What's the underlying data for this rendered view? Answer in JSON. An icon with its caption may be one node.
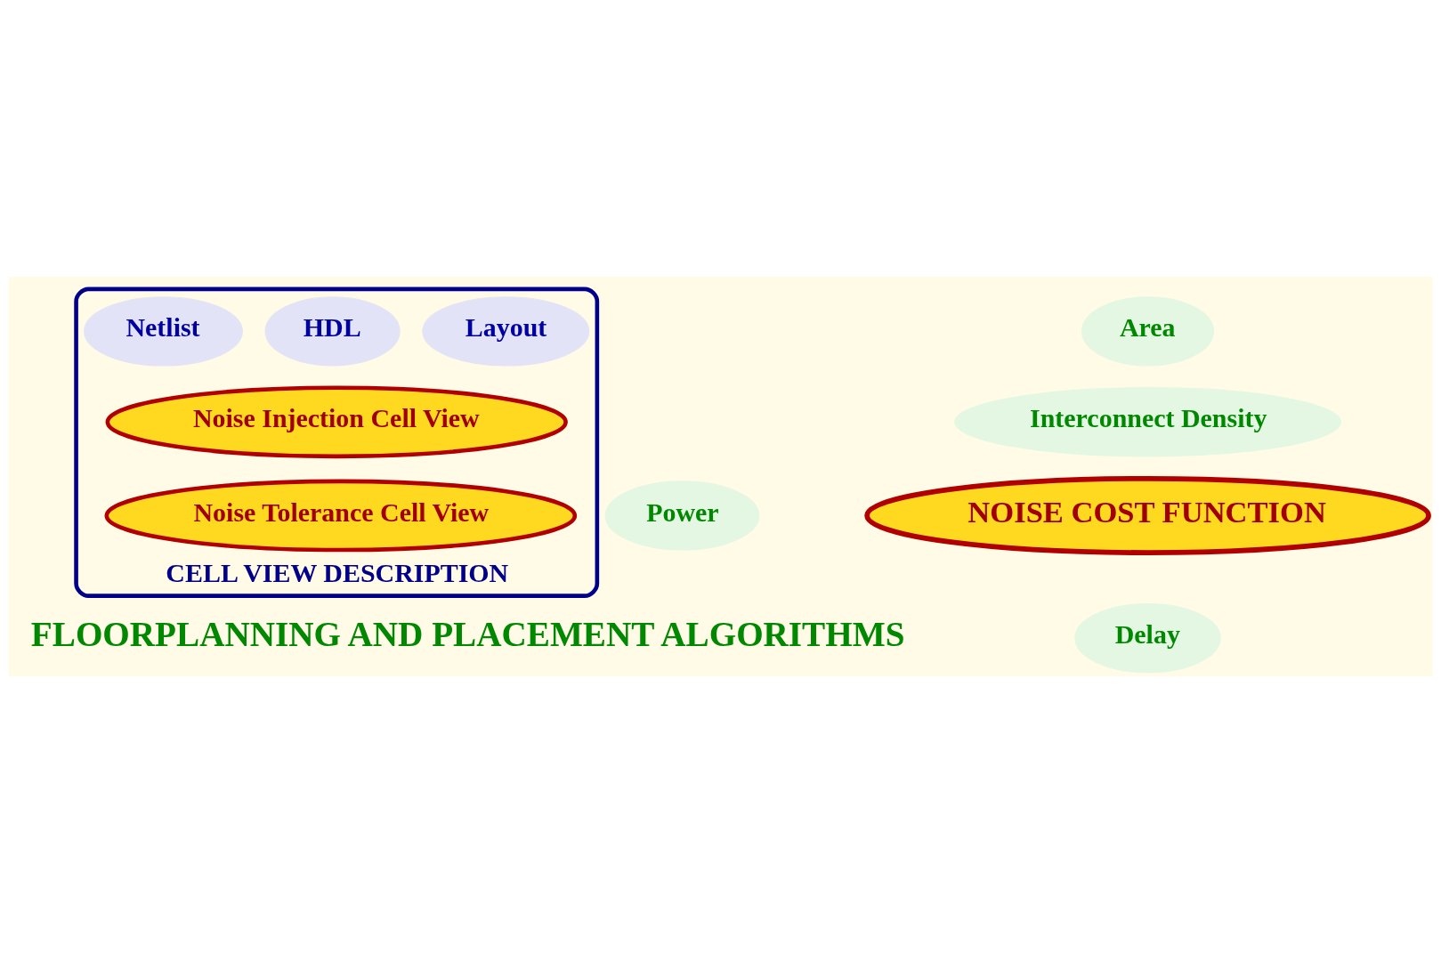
{
  "diagram": {
    "nodes": [
      {
        "text": [
          "CELL VIEW DESCRIPTION"
        ]
      },
      {
        "text": [
          "Layout"
        ],
        "in": 0
      },
      {
        "text": [
          "HDL"
        ],
        "in": 0
      },
      {
        "text": [
          "Netlist"
        ],
        "in": 0
      },
      {
        "text": [
          "Noise Injection Cell View"
        ],
        "in": 0
      },
      {
        "text": [
          "Noise Tolerance Cell View"
        ],
        "in": 0
      },
      {
        "text": [
          "Area"
        ]
      },
      {
        "text": [
          "Interconnect Density"
        ]
      },
      {
        "text": [
          "NOISE COST FUNCTION"
        ]
      },
      {
        "text": [
          "Delay"
        ]
      },
      {
        "text": [
          "Power"
        ]
      }
    ],
    "labels": [
      "FLOORPLANNING AND PLACEMENT ALGORITHMS"
    ]
  }
}
